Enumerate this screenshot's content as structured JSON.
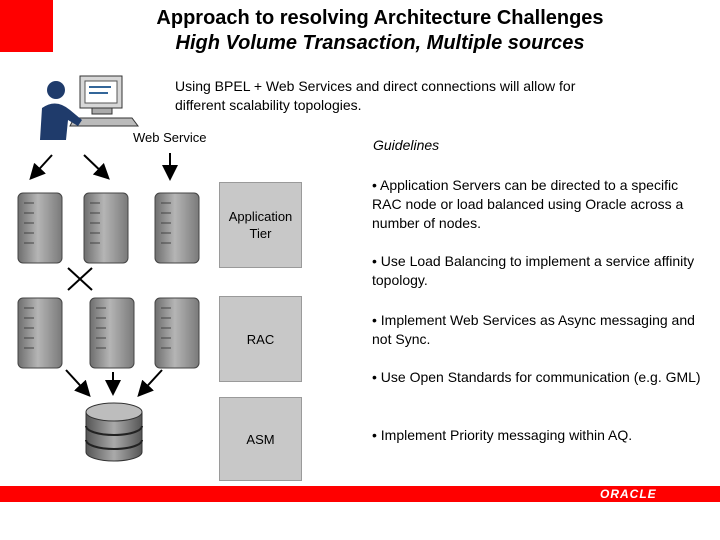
{
  "header": {
    "title_line1": "Approach to resolving Architecture Challenges",
    "title_line2": "High Volume Transaction, Multiple sources"
  },
  "intro": "Using BPEL + Web Services and direct connections will allow for different scalability topologies.",
  "web_service_label": "Web Service",
  "guidelines_label": "Guidelines",
  "tiers": {
    "application": "Application Tier",
    "rac": "RAC",
    "asm": "ASM"
  },
  "bullets": [
    "• Application Servers can be directed to a specific RAC node or load balanced using Oracle across a number of nodes.",
    "• Use Load Balancing to implement a service affinity topology.",
    "• Implement Web Services as Async messaging and not Sync.",
    "• Use Open Standards for communication (e.g. GML)",
    "• Implement Priority messaging within AQ."
  ],
  "footer": {
    "brand": "ORACLE",
    "bar_color": "#ff0000"
  },
  "icons": [
    "user-workstation-icon",
    "server-icon",
    "database-icon"
  ]
}
